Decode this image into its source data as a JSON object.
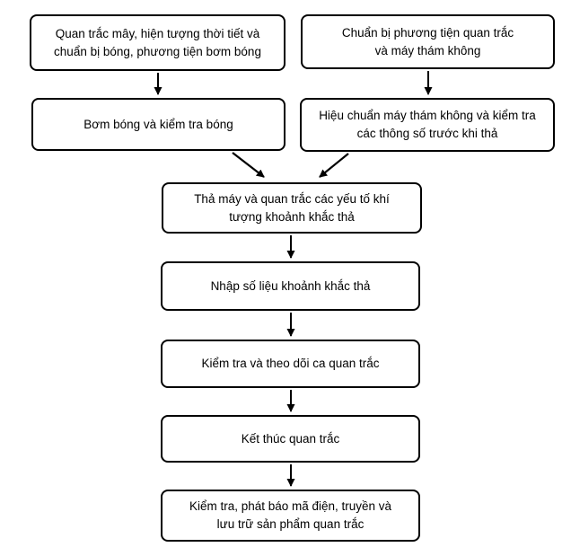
{
  "diagram": {
    "type": "flowchart",
    "background_color": "#ffffff",
    "node_fill_color": "#ffffff",
    "node_border_color": "#000000",
    "text_color": "#000000",
    "nodes": [
      {
        "id": "prepare-balloon-observation",
        "label": "Quan trắc mây, hiện tượng thời tiết và\nchuẩn bị bóng, phương tiện bơm bóng"
      },
      {
        "id": "prepare-equipment",
        "label": "Chuẩn bị phương tiện quan trắc\nvà máy thám không"
      },
      {
        "id": "inflate-balloon",
        "label": "Bơm bóng và kiểm tra bóng"
      },
      {
        "id": "calibrate-radiosonde",
        "label": "Hiệu chuẩn máy thám không và kiểm tra\ncác thông số trước khi thả"
      },
      {
        "id": "release-and-observe",
        "label": "Thả máy và quan trắc các yếu tố khí\ntượng khoảnh khắc thả"
      },
      {
        "id": "enter-release-data",
        "label": "Nhập số liệu khoảnh khắc thả"
      },
      {
        "id": "monitor-session",
        "label": "Kiểm tra và theo dõi ca quan trắc"
      },
      {
        "id": "end-observation",
        "label": "Kết thúc quan trắc"
      },
      {
        "id": "check-transmit-store",
        "label": "Kiểm tra, phát báo mã điện, truyền và\nlưu trữ sản phẩm quan trắc"
      }
    ],
    "edges": [
      {
        "from": "prepare-balloon-observation",
        "to": "inflate-balloon"
      },
      {
        "from": "prepare-equipment",
        "to": "calibrate-radiosonde"
      },
      {
        "from": "inflate-balloon",
        "to": "release-and-observe"
      },
      {
        "from": "calibrate-radiosonde",
        "to": "release-and-observe"
      },
      {
        "from": "release-and-observe",
        "to": "enter-release-data"
      },
      {
        "from": "enter-release-data",
        "to": "monitor-session"
      },
      {
        "from": "monitor-session",
        "to": "end-observation"
      },
      {
        "from": "end-observation",
        "to": "check-transmit-store"
      }
    ]
  }
}
